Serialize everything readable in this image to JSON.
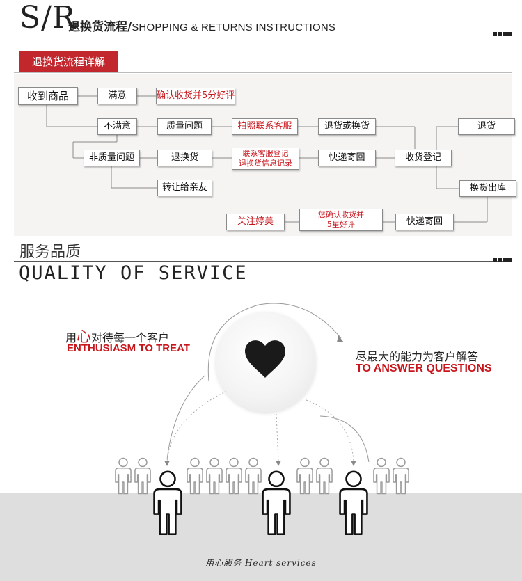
{
  "header": {
    "big": "S/R",
    "title_cn": "退换货流程/",
    "title_en": "SHOPPING & RETURNS INSTRUCTIONS"
  },
  "flow": {
    "tag": "退换货流程详解",
    "nodes": {
      "receive": "收到商品",
      "satisfied": "满意",
      "confirm_review": "确认收货并5分好评",
      "unsatisfied": "不满意",
      "quality_issue": "质量问题",
      "contact_service": "拍照联系客服",
      "return_or_exchange": "退货或换货",
      "refund": "退货",
      "non_quality": "非质量问题",
      "return_exchange": "退换货",
      "register_line1": "联系客服登记",
      "register_line2": "退换货信息记录",
      "express_send": "快递寄回",
      "receive_register": "收货登记",
      "transfer_friend": "转让给亲友",
      "exchange_out": "换货出库",
      "follow": "关注婷美",
      "confirm5_line1": "您确认收货并",
      "confirm5_line2": "5星好评",
      "express_back": "快递寄回"
    }
  },
  "quality": {
    "title_cn": "服务品质",
    "title_en": "QUALITY OF SERVICE",
    "left_cn_pre": "用",
    "left_cn_heart": "心",
    "left_cn_post": "对待每一个客户",
    "left_en": "ENTHUSIASM TO TREAT",
    "right_cn": "尽最大的能力为客户解答",
    "right_en": "TO ANSWER QUESTIONS",
    "footer": "用心服务 Heart services"
  },
  "colors": {
    "accent": "#c8161d",
    "tag_bg": "#c2272d",
    "flow_bg": "#f5f4f2",
    "floor": "#dedede"
  },
  "icons": [
    "heart-icon",
    "person-icon"
  ]
}
